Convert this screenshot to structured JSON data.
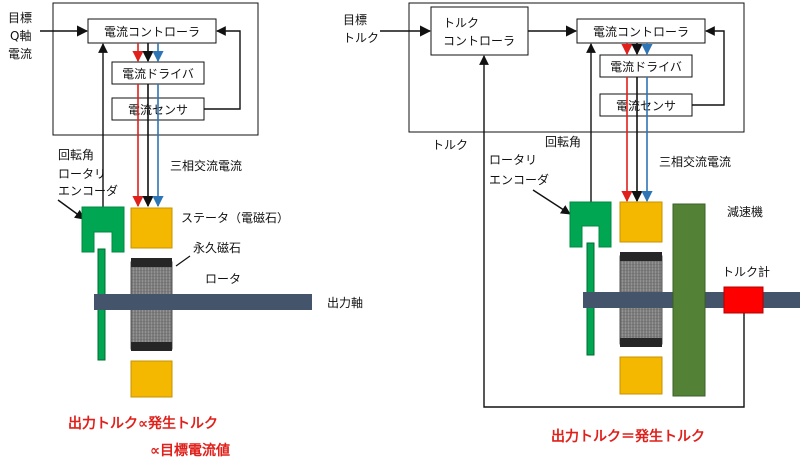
{
  "colors": {
    "red": "#e0201b",
    "black": "#111111",
    "blue": "#2e75b6",
    "yellow": "#f5b800",
    "green": "#00a651",
    "dark_green": "#538135",
    "shaft": "#44546a",
    "rotor_gray": "#808080",
    "rotor_dark": "#262626",
    "torque_meter": "#ff0000"
  },
  "left": {
    "target_q_current": [
      "目標",
      "Q軸",
      "電流"
    ],
    "current_controller": "電流コントローラ",
    "current_driver": "電流ドライバ",
    "current_sensor": "電流センサ",
    "rotation_angle": "回転角",
    "encoder": [
      "ロータリ",
      "エンコーダ"
    ],
    "three_phase_current": "三相交流電流",
    "stator": "ステータ（電磁石）",
    "permanent_magnet": "永久磁石",
    "rotor": "ロータ",
    "output_shaft": "出力軸",
    "formula_line1": "出力トルク∝発生トルク",
    "formula_line2": "∝目標電流値"
  },
  "right": {
    "target_torque": [
      "目標",
      "トルク"
    ],
    "torque_controller": [
      "トルク",
      "コントローラ"
    ],
    "current_controller": "電流コントローラ",
    "current_driver": "電流ドライバ",
    "current_sensor": "電流センサ",
    "torque": "トルク",
    "rotation_angle": "回転角",
    "encoder": [
      "ロータリ",
      "エンコーダ"
    ],
    "three_phase_current": "三相交流電流",
    "reducer": "減速機",
    "torque_meter": "トルク計",
    "formula": "出力トルク＝発生トルク"
  }
}
